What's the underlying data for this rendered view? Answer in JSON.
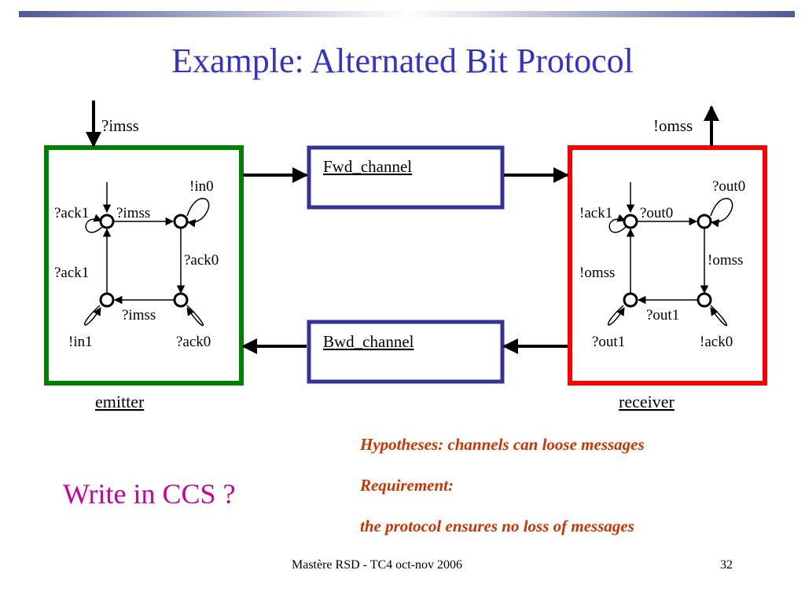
{
  "title": "Example: Alternated Bit Protocol",
  "input_label": "?imss",
  "output_label": "!omss",
  "fwd_channel": "Fwd_channel",
  "bwd_channel": "Bwd_channel",
  "emitter": {
    "caption": "emitter",
    "labels": {
      "loop_tr": "!in0",
      "top_left": "?ack1",
      "top_edge": "?imss",
      "right_edge": "?ack0",
      "left_edge": "?ack1",
      "bottom_edge": "?imss",
      "loop_bl": "!in1",
      "loop_br": "?ack0"
    },
    "color": "#008000"
  },
  "receiver": {
    "caption": "receiver",
    "labels": {
      "loop_tr": "?out0",
      "top_left": "!ack1",
      "top_edge": "?out0",
      "right_edge": "!omss",
      "left_edge": "!omss",
      "bottom_edge": "?out1",
      "loop_bl": "?out1",
      "loop_br": "!ack0"
    },
    "color": "#ff0000"
  },
  "channel_color": "#333399",
  "hypotheses": {
    "line1": "Hypotheses: channels can loose messages",
    "line2": "Requirement:",
    "line3": "the protocol ensures no loss of messages"
  },
  "question": "Write in CCS ?",
  "footer": {
    "course": "Mastère RSD - TC4   oct-nov 2006",
    "page": "32"
  }
}
